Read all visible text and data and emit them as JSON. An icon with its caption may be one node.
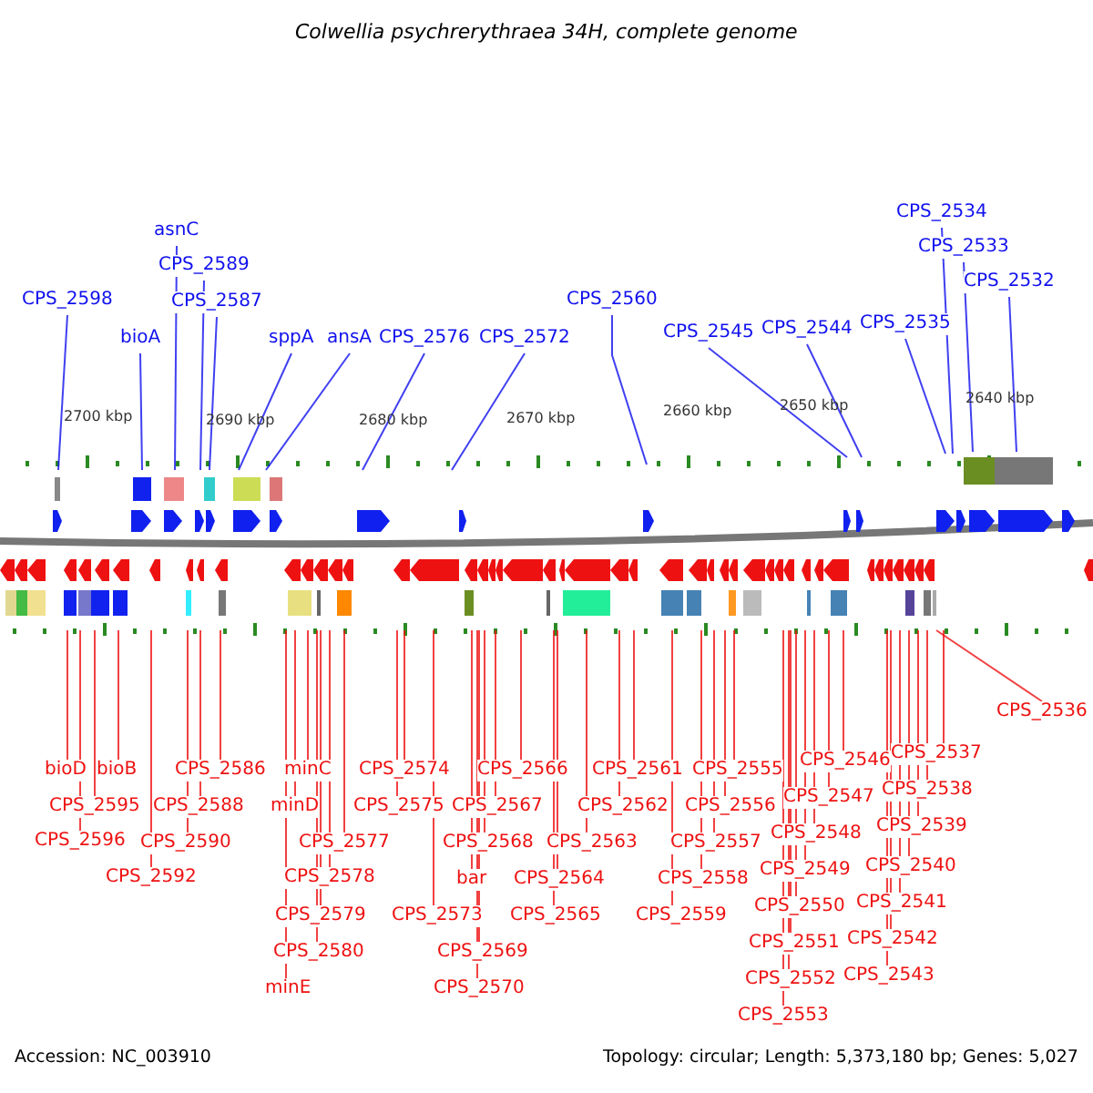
{
  "diagram": {
    "title": "Colwellia psychrerythraea 34H, complete genome",
    "nodes": [
      {
        "text": [
          "asnC"
        ]
      },
      {
        "text": [
          "CPS_2534"
        ]
      },
      {
        "text": [
          "CPS_2589"
        ]
      },
      {
        "text": [
          "CPS_2533"
        ]
      },
      {
        "text": [
          "CPS_2598"
        ]
      },
      {
        "text": [
          "CPS_2587"
        ]
      },
      {
        "text": [
          "CPS_2560"
        ]
      },
      {
        "text": [
          "CPS_2532"
        ]
      },
      {
        "text": [
          "CPS_2535"
        ]
      },
      {
        "text": [
          "CPS_2544"
        ]
      },
      {
        "text": [
          "CPS_2545"
        ]
      },
      {
        "text": [
          "bioA"
        ]
      },
      {
        "text": [
          "sppA"
        ]
      },
      {
        "text": [
          "ansA"
        ]
      },
      {
        "text": [
          "CPS_2576"
        ]
      },
      {
        "text": [
          "CPS_2572"
        ]
      },
      {
        "text": [
          "CPS_2536"
        ]
      },
      {
        "text": [
          "CPS_2537"
        ]
      },
      {
        "text": [
          "CPS_2546"
        ]
      },
      {
        "text": [
          "bioD"
        ]
      },
      {
        "text": [
          "bioB"
        ]
      },
      {
        "text": [
          "CPS_2586"
        ]
      },
      {
        "text": [
          "minC"
        ]
      },
      {
        "text": [
          "CPS_2574"
        ]
      },
      {
        "text": [
          "CPS_2566"
        ]
      },
      {
        "text": [
          "CPS_2561"
        ]
      },
      {
        "text": [
          "CPS_2555"
        ]
      },
      {
        "text": [
          "CPS_2538"
        ]
      },
      {
        "text": [
          "CPS_2547"
        ]
      },
      {
        "text": [
          "CPS_2595"
        ]
      },
      {
        "text": [
          "CPS_2588"
        ]
      },
      {
        "text": [
          "minD"
        ]
      },
      {
        "text": [
          "CPS_2575"
        ]
      },
      {
        "text": [
          "CPS_2567"
        ]
      },
      {
        "text": [
          "CPS_2562"
        ]
      },
      {
        "text": [
          "CPS_2556"
        ]
      },
      {
        "text": [
          "CPS_2539"
        ]
      },
      {
        "text": [
          "CPS_2548"
        ]
      },
      {
        "text": [
          "CPS_2596"
        ]
      },
      {
        "text": [
          "CPS_2590"
        ]
      },
      {
        "text": [
          "CPS_2577"
        ]
      },
      {
        "text": [
          "CPS_2568"
        ]
      },
      {
        "text": [
          "CPS_2563"
        ]
      },
      {
        "text": [
          "CPS_2557"
        ]
      },
      {
        "text": [
          "CPS_2540"
        ]
      },
      {
        "text": [
          "CPS_2549"
        ]
      },
      {
        "text": [
          "CPS_2592"
        ]
      },
      {
        "text": [
          "CPS_2578"
        ]
      },
      {
        "text": [
          "bar"
        ]
      },
      {
        "text": [
          "CPS_2564"
        ]
      },
      {
        "text": [
          "CPS_2558"
        ]
      },
      {
        "text": [
          "CPS_2541"
        ]
      },
      {
        "text": [
          "CPS_2550"
        ]
      },
      {
        "text": [
          "CPS_2579"
        ]
      },
      {
        "text": [
          "CPS_2573"
        ]
      },
      {
        "text": [
          "CPS_2565"
        ]
      },
      {
        "text": [
          "CPS_2559"
        ]
      },
      {
        "text": [
          "CPS_2542"
        ]
      },
      {
        "text": [
          "CPS_2551"
        ]
      },
      {
        "text": [
          "CPS_2580"
        ]
      },
      {
        "text": [
          "CPS_2569"
        ]
      },
      {
        "text": [
          "CPS_2543"
        ]
      },
      {
        "text": [
          "CPS_2552"
        ]
      },
      {
        "text": [
          "minE"
        ]
      },
      {
        "text": [
          "CPS_2570"
        ]
      },
      {
        "text": [
          "CPS_2553"
        ]
      }
    ],
    "edges": [
      {
        "from": 0,
        "to": null,
        "arrow": "none",
        "color": "#1010ee"
      },
      {
        "from": 1,
        "to": null,
        "arrow": "none",
        "color": "#1010ee"
      },
      {
        "from": 2,
        "to": null,
        "arrow": "none",
        "color": "#1010ee"
      },
      {
        "from": 3,
        "to": null,
        "arrow": "none",
        "color": "#1010ee"
      },
      {
        "from": 4,
        "to": null,
        "arrow": "none",
        "color": "#1010ee"
      },
      {
        "from": 5,
        "to": null,
        "arrow": "none",
        "color": "#1010ee"
      },
      {
        "from": 6,
        "to": null,
        "arrow": "none",
        "color": "#1010ee"
      },
      {
        "from": 7,
        "to": null,
        "arrow": "none",
        "color": "#1010ee"
      },
      {
        "from": 8,
        "to": null,
        "arrow": "none",
        "color": "#1010ee"
      },
      {
        "from": 9,
        "to": null,
        "arrow": "none",
        "color": "#1010ee"
      },
      {
        "from": 10,
        "to": null,
        "arrow": "none",
        "color": "#1010ee"
      },
      {
        "from": 11,
        "to": null,
        "arrow": "none",
        "color": "#1010ee"
      },
      {
        "from": 12,
        "to": null,
        "arrow": "none",
        "color": "#1010ee"
      },
      {
        "from": 13,
        "to": null,
        "arrow": "none",
        "color": "#1010ee"
      },
      {
        "from": 14,
        "to": null,
        "arrow": "none",
        "color": "#1010ee"
      },
      {
        "from": 15,
        "to": null,
        "arrow": "none",
        "color": "#1010ee"
      },
      {
        "from": 16,
        "to": null,
        "arrow": "none"
      },
      {
        "from": 17,
        "to": null,
        "arrow": "none"
      },
      {
        "from": 18,
        "to": null,
        "arrow": "none"
      },
      {
        "from": 19,
        "to": null,
        "arrow": "none"
      },
      {
        "from": 20,
        "to": null,
        "arrow": "none"
      },
      {
        "from": 21,
        "to": null,
        "arrow": "none"
      },
      {
        "from": 22,
        "to": null,
        "arrow": "none"
      },
      {
        "from": 23,
        "to": null,
        "arrow": "none"
      },
      {
        "from": 24,
        "to": null,
        "arrow": "none"
      },
      {
        "from": 25,
        "to": null,
        "arrow": "none"
      },
      {
        "from": 26,
        "to": null,
        "arrow": "none"
      },
      {
        "from": 27,
        "to": null,
        "arrow": "none"
      },
      {
        "from": 28,
        "to": null,
        "arrow": "none"
      },
      {
        "from": 29,
        "to": null,
        "arrow": "none"
      },
      {
        "from": 30,
        "to": null,
        "arrow": "none"
      },
      {
        "from": 31,
        "to": null,
        "arrow": "none"
      },
      {
        "from": 32,
        "to": null,
        "arrow": "none"
      },
      {
        "from": 33,
        "to": null,
        "arrow": "none"
      },
      {
        "from": 34,
        "to": null,
        "arrow": "none"
      },
      {
        "from": 35,
        "to": null,
        "arrow": "none"
      },
      {
        "from": 36,
        "to": null,
        "arrow": "none"
      },
      {
        "from": 37,
        "to": null,
        "arrow": "none"
      },
      {
        "from": 38,
        "to": null,
        "arrow": "none"
      },
      {
        "from": 39,
        "to": null,
        "arrow": "none"
      },
      {
        "from": 40,
        "to": null,
        "arrow": "none"
      },
      {
        "from": 41,
        "to": null,
        "arrow": "none"
      },
      {
        "from": 42,
        "to": null,
        "arrow": "none"
      },
      {
        "from": 43,
        "to": null,
        "arrow": "none"
      },
      {
        "from": 44,
        "to": null,
        "arrow": "none"
      },
      {
        "from": 45,
        "to": null,
        "arrow": "none"
      },
      {
        "from": 46,
        "to": null,
        "arrow": "none"
      },
      {
        "from": 47,
        "to": null,
        "arrow": "none"
      },
      {
        "from": 48,
        "to": null,
        "arrow": "none"
      },
      {
        "from": 49,
        "to": null,
        "arrow": "none"
      },
      {
        "from": 50,
        "to": null,
        "arrow": "none"
      },
      {
        "from": 51,
        "to": null,
        "arrow": "none"
      },
      {
        "from": 52,
        "to": null,
        "arrow": "none"
      },
      {
        "from": 53,
        "to": null,
        "arrow": "none"
      },
      {
        "from": 54,
        "to": null,
        "arrow": "none"
      },
      {
        "from": 55,
        "to": null,
        "arrow": "none"
      },
      {
        "from": 56,
        "to": null,
        "arrow": "none"
      },
      {
        "from": 57,
        "to": null,
        "arrow": "none"
      },
      {
        "from": 58,
        "to": null,
        "arrow": "none"
      },
      {
        "from": 59,
        "to": null,
        "arrow": "none"
      },
      {
        "from": 60,
        "to": null,
        "arrow": "none"
      },
      {
        "from": 61,
        "to": null,
        "arrow": "none"
      },
      {
        "from": 62,
        "to": null,
        "arrow": "none"
      },
      {
        "from": 63,
        "to": null,
        "arrow": "none"
      },
      {
        "from": 64,
        "to": null,
        "arrow": "none"
      },
      {
        "from": 65,
        "to": null,
        "arrow": "none"
      }
    ],
    "labels": [
      "2700 kbp",
      "2690 kbp",
      "2680 kbp",
      "2670 kbp",
      "2660 kbp",
      "2650 kbp",
      "2640 kbp",
      "Accession: NC_003910",
      "Topology: circular; Length: 5,373,180 bp; Genes: 5,027"
    ]
  }
}
